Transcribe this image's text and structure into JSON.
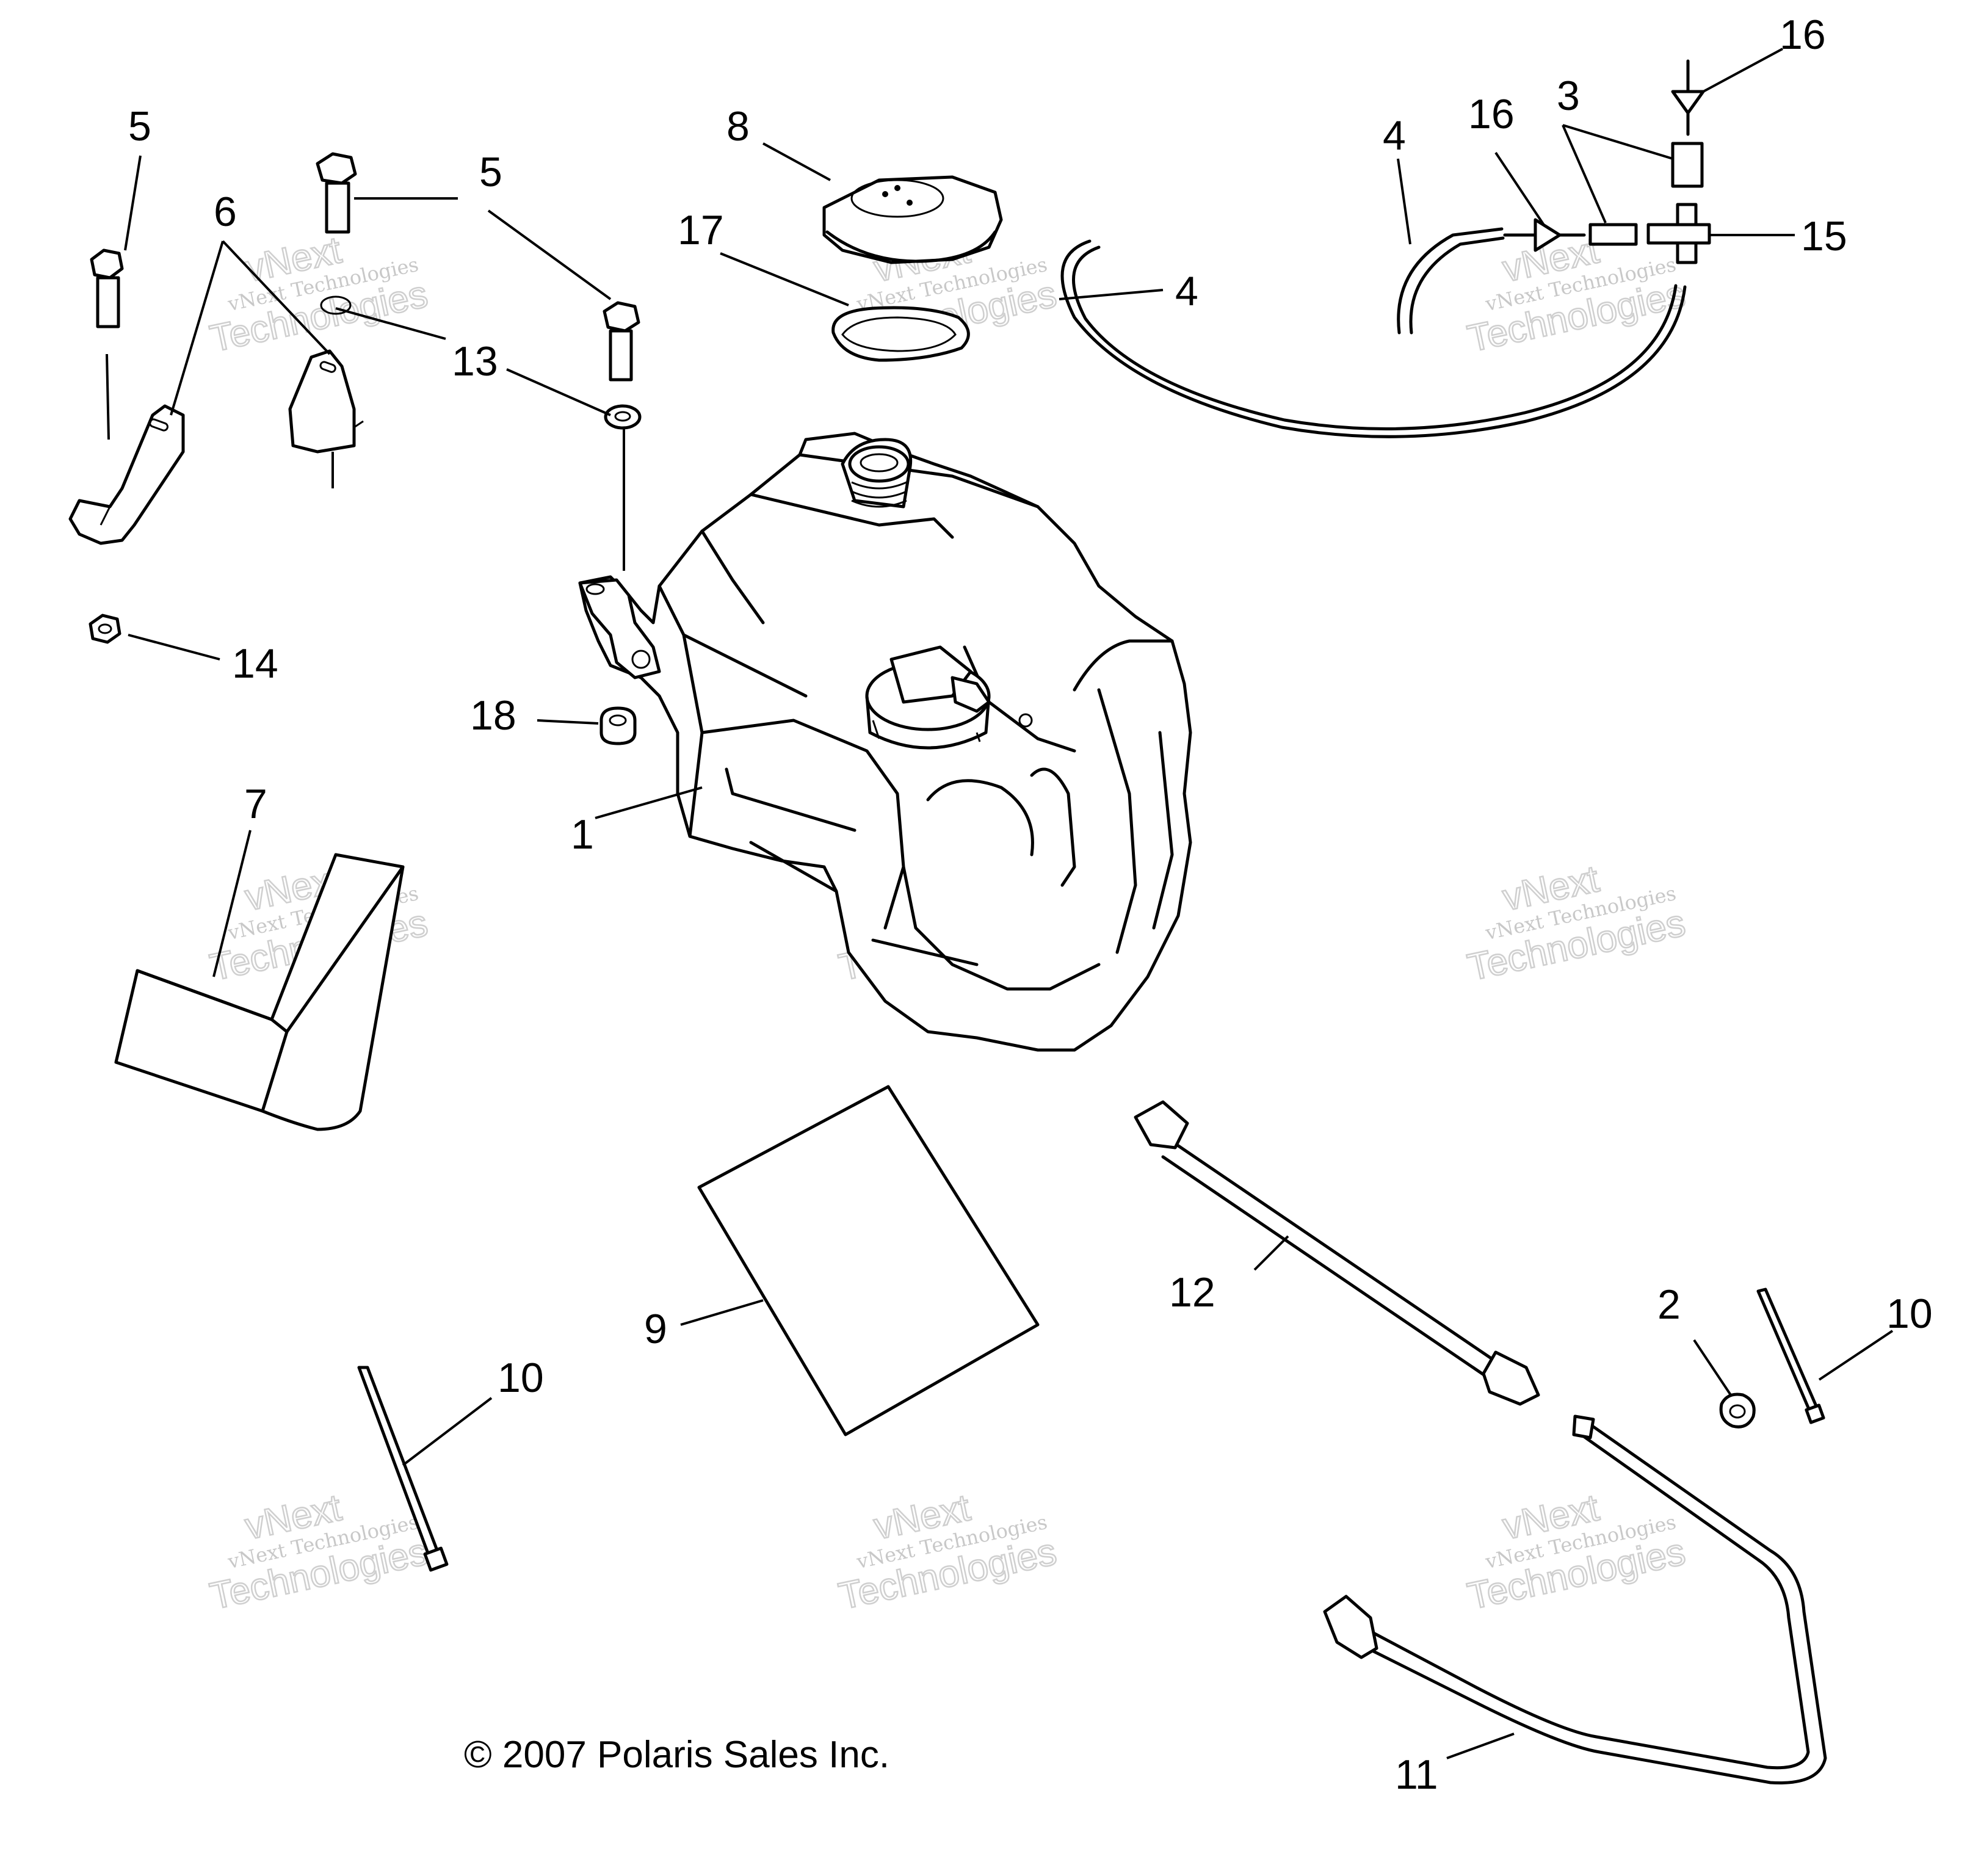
{
  "callouts": {
    "c1": "1",
    "c2": "2",
    "c3": "3",
    "c4a": "4",
    "c4b": "4",
    "c5a": "5",
    "c5b": "5",
    "c6": "6",
    "c7": "7",
    "c8": "8",
    "c9": "9",
    "c10a": "10",
    "c10b": "10",
    "c11": "11",
    "c12": "12",
    "c13": "13",
    "c14": "14",
    "c15": "15",
    "c16a": "16",
    "c16b": "16",
    "c17": "17",
    "c18": "18"
  },
  "copyright": "© 2007 Polaris Sales Inc.",
  "watermark": {
    "line1": "vNext Technologies",
    "line2": "vNext",
    "line3": "Technologies"
  }
}
